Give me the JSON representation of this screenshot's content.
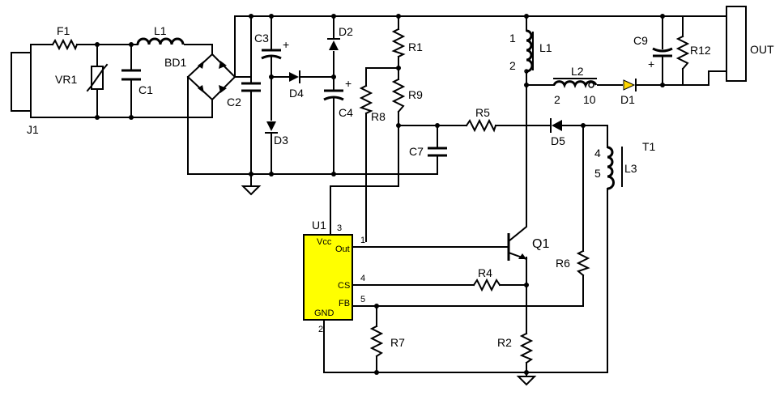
{
  "colors": {
    "wire": "#000000",
    "ic_fill": "#ffff00",
    "background": "#ffffff"
  },
  "labels": {
    "F1": "F1",
    "L1_in": "L1",
    "VR1": "VR1",
    "C1": "C1",
    "J1": "J1",
    "BD1": "BD1",
    "C2": "C2",
    "C3": "C3",
    "C4": "C4",
    "D2": "D2",
    "D3": "D3",
    "D4": "D4",
    "R1": "R1",
    "R9": "R9",
    "R8": "R8",
    "C7": "C7",
    "R5": "R5",
    "D5": "D5",
    "L1_pri": "L1",
    "L2": "L2",
    "C9": "C9",
    "R12": "R12",
    "OUT": "OUT",
    "D1": "D1",
    "T1": "T1",
    "L3": "L3",
    "U1": "U1",
    "Q1": "Q1",
    "R4": "R4",
    "R6": "R6",
    "R7": "R7",
    "R2": "R2"
  },
  "pins": {
    "L1_p1": "1",
    "L1_p2": "2",
    "L2_p2": "2",
    "L2_p10": "10",
    "L3_p4": "4",
    "L3_p5": "5",
    "U1_p3": "3",
    "U1_p1": "1",
    "U1_p4": "4",
    "U1_p5": "5",
    "U1_p2": "2"
  },
  "u1_pins": {
    "vcc": "Vcc",
    "out": "Out",
    "cs": "CS",
    "fb": "FB",
    "gnd": "GND"
  },
  "polarity": {
    "C3": "+",
    "C4": "+",
    "C9": "+"
  }
}
